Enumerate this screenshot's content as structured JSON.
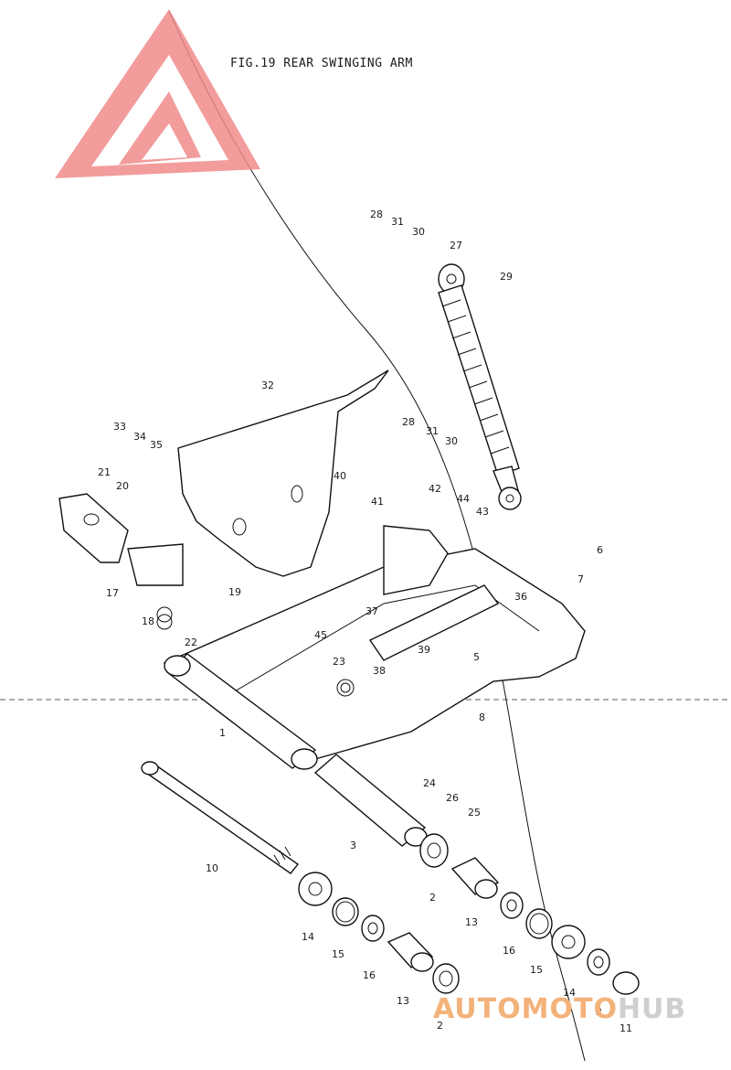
{
  "title": "FIG.19 REAR SWINGING ARM",
  "watermark": {
    "word_a": "AUTO",
    "word_b": "MOTO",
    "word_c": "HUB",
    "colors": {
      "triangle": "#f08b8b",
      "text_a": "#f3b27a",
      "text_b": "#cfcfcf"
    }
  },
  "callouts": {
    "c1": "1",
    "c2a": "2",
    "c2b": "2",
    "c2c": "2",
    "c3": "3",
    "c5": "5",
    "c6": "6",
    "c7": "7",
    "c8": "8",
    "c10": "10",
    "c11": "11",
    "c13a": "13",
    "c13b": "13",
    "c14a": "14",
    "c14b": "14",
    "c15a": "15",
    "c15b": "15",
    "c16a": "16",
    "c16b": "16",
    "c17": "17",
    "c18": "18",
    "c19": "19",
    "c20": "20",
    "c21": "21",
    "c22": "22",
    "c23": "23",
    "c24": "24",
    "c25": "25",
    "c26": "26",
    "c27": "27",
    "c28a": "28",
    "c28b": "28",
    "c29": "29",
    "c30a": "30",
    "c30b": "30",
    "c31a": "31",
    "c31b": "31",
    "c32": "32",
    "c33": "33",
    "c34": "34",
    "c35": "35",
    "c36": "36",
    "c37": "37",
    "c38": "38",
    "c39": "39",
    "c40": "40",
    "c41": "41",
    "c42": "42",
    "c43": "43",
    "c44": "44",
    "c45": "45"
  }
}
